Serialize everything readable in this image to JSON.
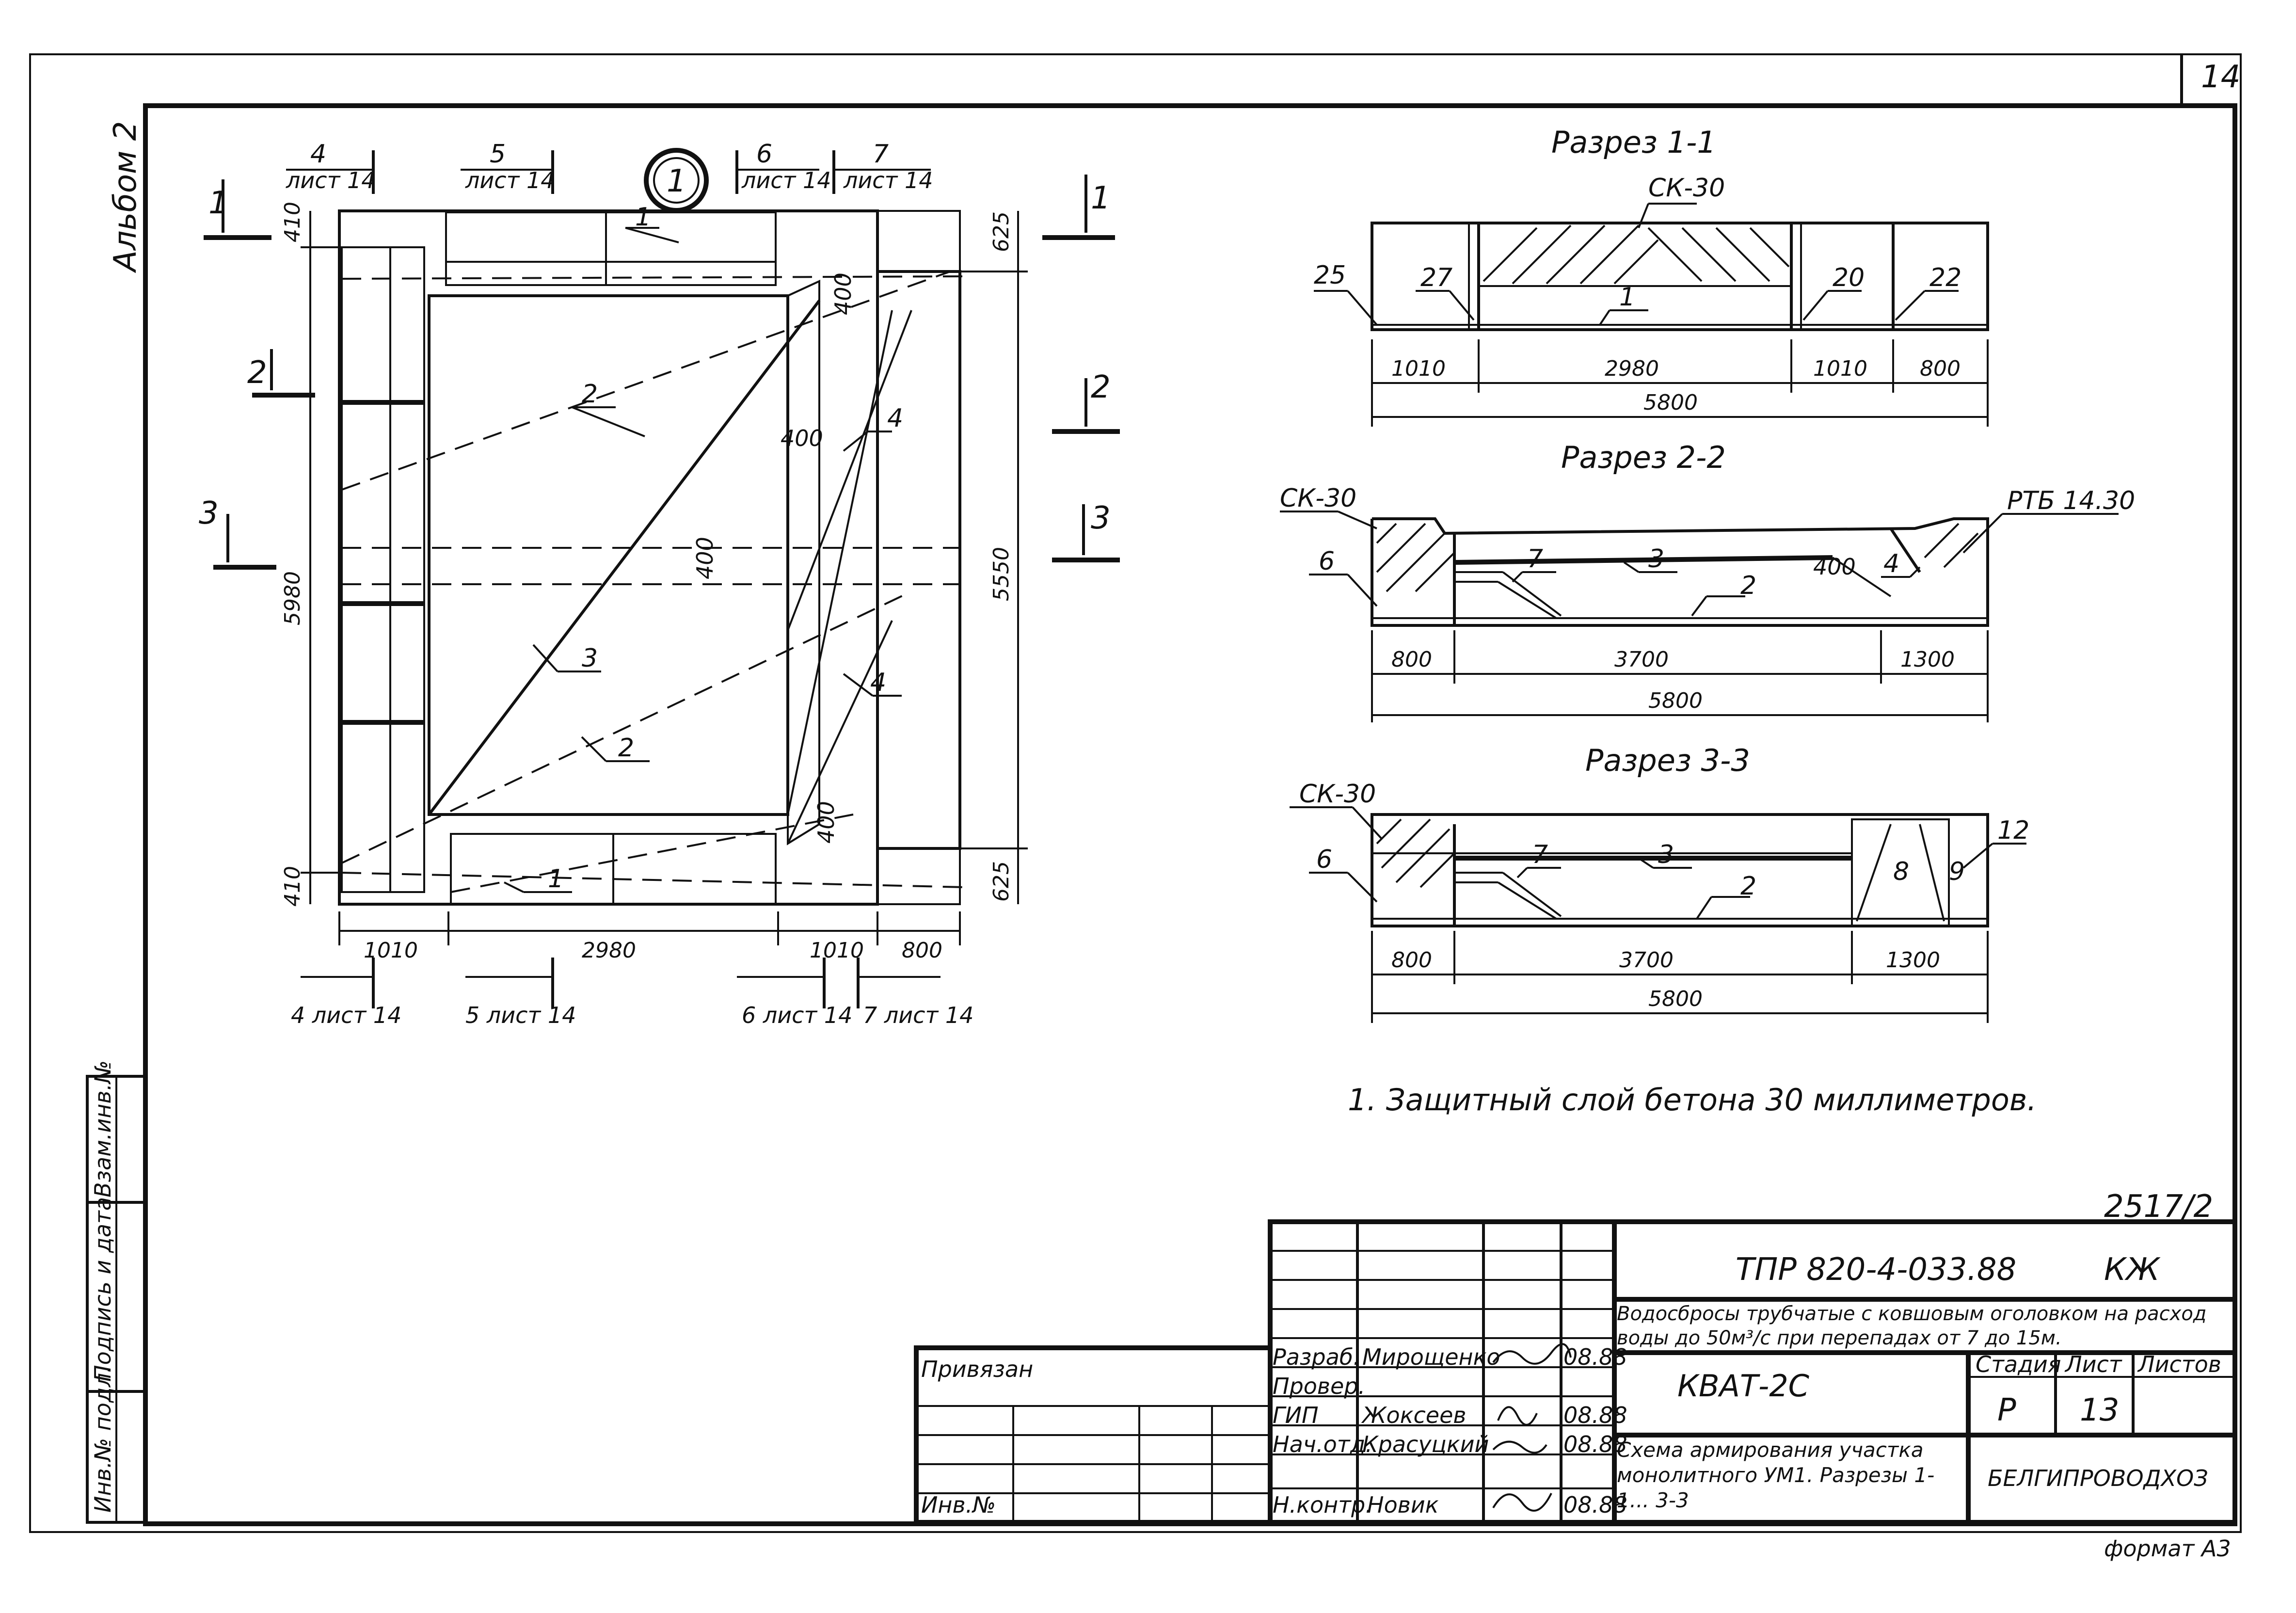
{
  "sheet": {
    "number": "14",
    "album": "Альбом 2",
    "note": "1. Защитный слой бетона 30 миллиметров.",
    "code_number": "2517/2",
    "format": "формат А3"
  },
  "plan": {
    "callout": "1",
    "top_refs": [
      {
        "num": "4",
        "sheet": "лист 14"
      },
      {
        "num": "5",
        "sheet": "лист 14"
      },
      {
        "num": "6",
        "sheet": "лист 14"
      },
      {
        "num": "7",
        "sheet": "лист 14"
      }
    ],
    "bottom_refs": [
      "4 лист 14",
      "5 лист 14",
      "6 лист 14",
      "7 лист 14"
    ],
    "cut_marks_left": [
      "1",
      "2",
      "3"
    ],
    "cut_marks_right": [
      "1",
      "2",
      "3"
    ],
    "bottom_dims": [
      "1010",
      "2980",
      "1010",
      "800"
    ],
    "left_dims": [
      "410",
      "5980",
      "410"
    ],
    "right_dims": [
      "625",
      "5550",
      "625"
    ],
    "inner_dims": [
      "400",
      "400",
      "400",
      "400"
    ],
    "labels": [
      "1",
      "2",
      "4",
      "3",
      "2",
      "4",
      "1"
    ]
  },
  "section_1": {
    "title": "Разрез 1-1",
    "labels": [
      "СК-30",
      "25",
      "27",
      "1",
      "20",
      "22"
    ],
    "dims": [
      "1010",
      "2980",
      "1010",
      "800"
    ],
    "total": "5800"
  },
  "section_2": {
    "title": "Разрез 2-2",
    "labels": [
      "СК-30",
      "6",
      "7",
      "3",
      "2",
      "400",
      "4",
      "РТБ 14.30"
    ],
    "dims": [
      "800",
      "3700",
      "1300"
    ],
    "total": "5800"
  },
  "section_3": {
    "title": "Разрез 3-3",
    "labels": [
      "СК-30",
      "6",
      "7",
      "3",
      "2",
      "8",
      "9",
      "12"
    ],
    "dims": [
      "800",
      "3700",
      "1300"
    ],
    "total": "5800"
  },
  "side_stamp": [
    "Инв.№ подл.",
    "Подпись и дата",
    "Взам.инв.№"
  ],
  "titleblock": {
    "project": "ТПР 820-4-033.88",
    "mark": "КЖ",
    "description": "Водосбросы трубчатые с ковшовым оголовком на расход воды до 50м³/с при перепадах от 7 до 15м.",
    "drawing_code": "КВАТ-2С",
    "stage_label": "Стадия",
    "sheet_label": "Лист",
    "sheets_label": "Листов",
    "stage": "Р",
    "sheet": "13",
    "sheets": "",
    "drawing_title": "Схема армирования участка монолитного УМ1. Разрезы 1-1... 3-3",
    "organization": "БЕЛГИПРОВОДХОЗ",
    "privyazan": "Привязан",
    "inv_no": "Инв.№",
    "staff": [
      {
        "role": "Разраб.",
        "name": "Мирощенко",
        "date": "08.88"
      },
      {
        "role": "Провер.",
        "name": "",
        "date": ""
      },
      {
        "role": "ГИП",
        "name": "Жоксеев",
        "date": "08.88"
      },
      {
        "role": "Нач.отд.",
        "name": "Красуцкий",
        "date": "08.88"
      },
      {
        "role": "Н.контр.",
        "name": "Новик",
        "date": "08.88"
      }
    ]
  }
}
